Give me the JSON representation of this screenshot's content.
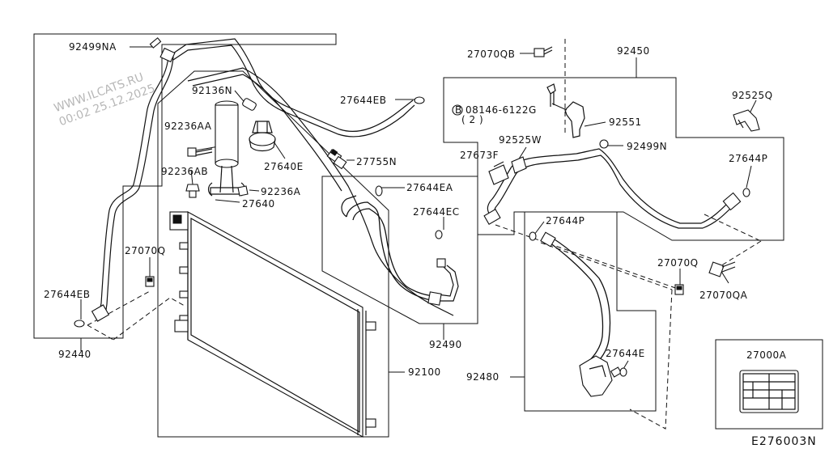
{
  "watermark": {
    "line1": "WWW.ILCATS.RU",
    "line2": "00:02 25.12.2025"
  },
  "diagram_code": "E276003N",
  "labels": {
    "p92499NA": "92499NA",
    "p92136N": "92136N",
    "p92236AA": "92236AA",
    "p27640E": "27640E",
    "p92236AB": "92236AB",
    "p92236A": "92236A",
    "p27640": "27640",
    "p27755N": "27755N",
    "p27644EB_top": "27644EB",
    "p27070Q_left": "27070Q",
    "p27644EB_bottom": "27644EB",
    "p92440": "92440",
    "p92100": "92100",
    "p27644EA": "27644EA",
    "p27644EC": "27644EC",
    "p92490": "92490",
    "p27070QB": "27070QB",
    "p92450": "92450",
    "p08146_6122G": "08146-6122G",
    "p08146_qty": "( 2 )",
    "p08146_prefix": "B",
    "p92551": "92551",
    "p92525Q": "92525Q",
    "p92525W": "92525W",
    "p27673F": "27673F",
    "p92499N": "92499N",
    "p27644P_right": "27644P",
    "p27644P_mid": "27644P",
    "p27070Q_right": "27070Q",
    "p27070QA": "27070QA",
    "p92480": "92480",
    "p27644E": "27644E",
    "p27000A": "27000A"
  }
}
